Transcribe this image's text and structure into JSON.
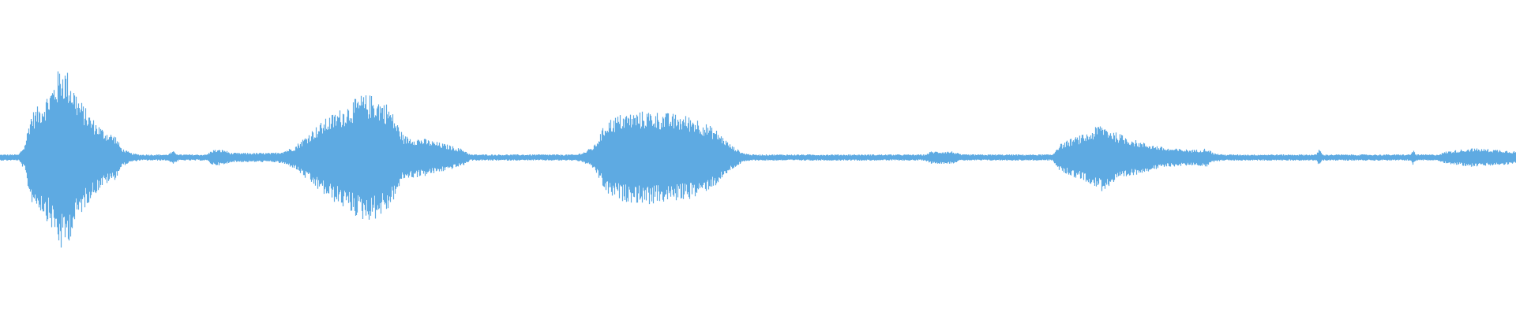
{
  "waveform": {
    "color": "#5eaae2",
    "background": "#ffffff",
    "baseline_amplitude": 0.012,
    "envelope": [
      [
        0.0,
        0.02
      ],
      [
        0.012,
        0.02
      ],
      [
        0.016,
        0.08
      ],
      [
        0.02,
        0.28
      ],
      [
        0.028,
        0.36
      ],
      [
        0.034,
        0.46
      ],
      [
        0.04,
        0.6
      ],
      [
        0.044,
        0.56
      ],
      [
        0.052,
        0.38
      ],
      [
        0.06,
        0.26
      ],
      [
        0.068,
        0.18
      ],
      [
        0.076,
        0.14
      ],
      [
        0.08,
        0.06
      ],
      [
        0.086,
        0.03
      ],
      [
        0.092,
        0.02
      ],
      [
        0.11,
        0.02
      ],
      [
        0.114,
        0.04
      ],
      [
        0.118,
        0.02
      ],
      [
        0.136,
        0.02
      ],
      [
        0.14,
        0.05
      ],
      [
        0.148,
        0.05
      ],
      [
        0.152,
        0.03
      ],
      [
        0.18,
        0.03
      ],
      [
        0.186,
        0.04
      ],
      [
        0.194,
        0.07
      ],
      [
        0.206,
        0.18
      ],
      [
        0.216,
        0.26
      ],
      [
        0.226,
        0.32
      ],
      [
        0.238,
        0.4
      ],
      [
        0.246,
        0.4
      ],
      [
        0.256,
        0.34
      ],
      [
        0.266,
        0.14
      ],
      [
        0.28,
        0.12
      ],
      [
        0.296,
        0.08
      ],
      [
        0.306,
        0.05
      ],
      [
        0.31,
        0.02
      ],
      [
        0.38,
        0.02
      ],
      [
        0.386,
        0.04
      ],
      [
        0.392,
        0.08
      ],
      [
        0.4,
        0.24
      ],
      [
        0.41,
        0.28
      ],
      [
        0.428,
        0.3
      ],
      [
        0.444,
        0.28
      ],
      [
        0.458,
        0.26
      ],
      [
        0.472,
        0.18
      ],
      [
        0.482,
        0.08
      ],
      [
        0.49,
        0.03
      ],
      [
        0.496,
        0.02
      ],
      [
        0.61,
        0.02
      ],
      [
        0.614,
        0.04
      ],
      [
        0.628,
        0.04
      ],
      [
        0.634,
        0.02
      ],
      [
        0.694,
        0.02
      ],
      [
        0.698,
        0.08
      ],
      [
        0.706,
        0.12
      ],
      [
        0.718,
        0.16
      ],
      [
        0.726,
        0.22
      ],
      [
        0.736,
        0.16
      ],
      [
        0.752,
        0.1
      ],
      [
        0.77,
        0.06
      ],
      [
        0.788,
        0.05
      ],
      [
        0.796,
        0.06
      ],
      [
        0.8,
        0.03
      ],
      [
        0.806,
        0.02
      ],
      [
        0.868,
        0.02
      ],
      [
        0.87,
        0.06
      ],
      [
        0.872,
        0.02
      ],
      [
        0.93,
        0.02
      ],
      [
        0.932,
        0.05
      ],
      [
        0.934,
        0.02
      ],
      [
        0.948,
        0.02
      ],
      [
        0.954,
        0.04
      ],
      [
        0.97,
        0.06
      ],
      [
        0.99,
        0.05
      ],
      [
        1.0,
        0.04
      ]
    ]
  }
}
